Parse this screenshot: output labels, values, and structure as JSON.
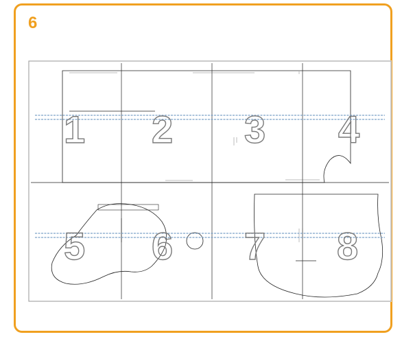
{
  "step": {
    "number": "6"
  },
  "page_tiles": [
    {
      "number": "1"
    },
    {
      "number": "2"
    },
    {
      "number": "3"
    },
    {
      "number": "4"
    },
    {
      "number": "5"
    },
    {
      "number": "6"
    },
    {
      "number": "7"
    },
    {
      "number": "8"
    }
  ],
  "colors": {
    "accent": "#f0a020",
    "watermark": "#4a7fb0",
    "lines": "#222222"
  },
  "icons": {
    "circle": "registration-circle"
  }
}
